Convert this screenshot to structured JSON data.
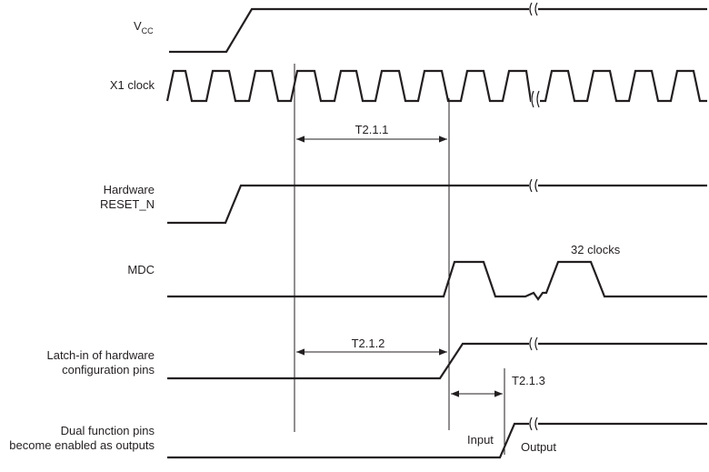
{
  "signals": [
    {
      "id": "vcc",
      "label_main": "V",
      "label_sub": "CC"
    },
    {
      "id": "x1",
      "label_lines": [
        "X1 clock"
      ]
    },
    {
      "id": "reset",
      "label_lines": [
        "Hardware",
        "RESET_N"
      ]
    },
    {
      "id": "mdc",
      "label_lines": [
        "MDC"
      ]
    },
    {
      "id": "latch",
      "label_lines": [
        "Latch-in of hardware",
        "configuration pins"
      ]
    },
    {
      "id": "dual",
      "label_lines": [
        "Dual function pins",
        "become enabled as outputs"
      ]
    }
  ],
  "annotations": {
    "t211": "T2.1.1",
    "t212": "T2.1.2",
    "t213": "T2.1.3",
    "clocks": "32 clocks",
    "input": "Input",
    "output": "Output"
  },
  "colors": {
    "ink": "#231f20",
    "background": "#ffffff"
  }
}
